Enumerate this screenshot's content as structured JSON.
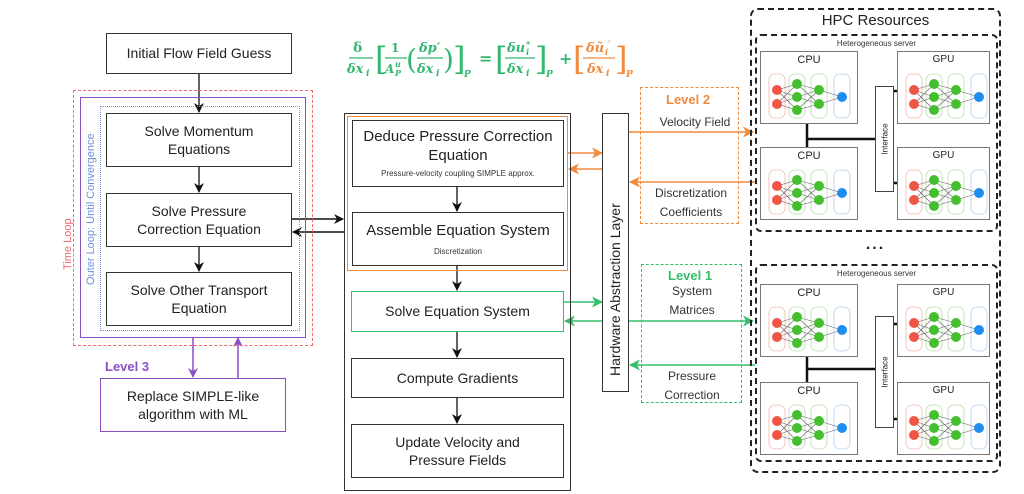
{
  "colors": {
    "time_loop": "#f4686f",
    "outer_loop": "#6b8fd9",
    "level3": "#8a4fc3",
    "level2": "#f08a3c",
    "level1": "#33c06b",
    "equation_green": "#33b871",
    "box_border": "#333333"
  },
  "equation": {
    "lhs": "δ/δxᵢ [ 1/A_P^u ( δp′/δxᵢ ) ]_P",
    "equals": "=",
    "term1": "[ δuᵢ*/δxᵢ ]_P",
    "plus": "+",
    "term2": "[ δũᵢ′/δxᵢ ]_P"
  },
  "left": {
    "initial": "Initial Flow Field Guess",
    "time_loop_label": "Time Loop",
    "outer_loop_label": "Outer Loop: Until Convergence",
    "momentum": [
      "Solve Momentum",
      "Equations"
    ],
    "pressure": [
      "Solve Pressure",
      "Correction Equation"
    ],
    "transport": [
      "Solve Other Transport",
      "Equation"
    ],
    "level3_label": "Level 3",
    "level3_box": [
      "Replace SIMPLE-like",
      "algorithm with ML"
    ]
  },
  "center": {
    "deduce": [
      "Deduce Pressure Correction",
      "Equation"
    ],
    "deduce_sub": "Pressure-velocity coupling SIMPLE approx.",
    "assemble": "Assemble Equation System",
    "assemble_sub": "Discretization",
    "solve": "Solve Equation System",
    "gradients": "Compute Gradients",
    "update": [
      "Update Velocity and",
      "Pressure Fields"
    ]
  },
  "hal": "Hardware Abstraction Layer",
  "level2": {
    "label": "Level 2",
    "out": "Velocity Field",
    "in": [
      "Discretization",
      "Coefficients"
    ]
  },
  "level1": {
    "label": "Level 1",
    "out": [
      "System",
      "Matrices"
    ],
    "in": [
      "Pressure",
      "Correction"
    ]
  },
  "hpc": {
    "title": "HPC Resources",
    "ellipsis": "...",
    "servers": [
      {
        "title": "Heterogeneous server",
        "units": [
          "CPU",
          "GPU",
          "CPU",
          "GPU"
        ],
        "interface": "Interface"
      },
      {
        "title": "Heterogeneous server",
        "units": [
          "CPU",
          "GPU",
          "CPU",
          "GPU"
        ],
        "interface": "Interface"
      }
    ]
  }
}
